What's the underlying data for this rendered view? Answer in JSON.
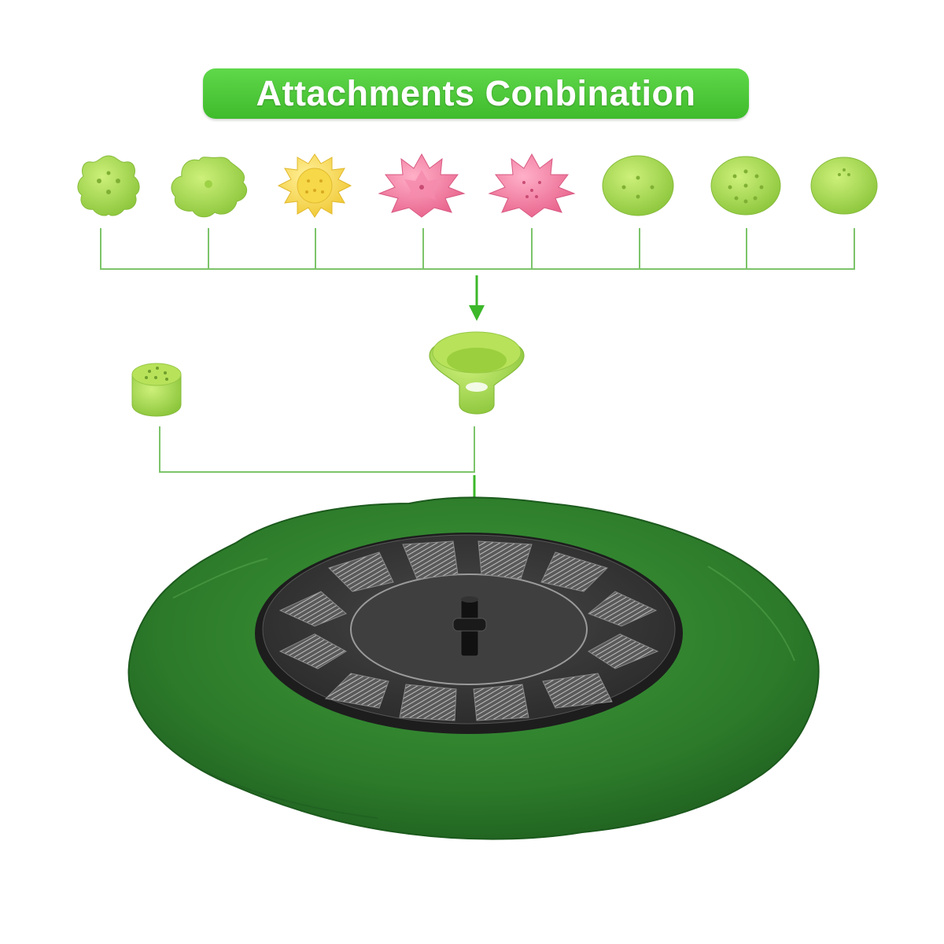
{
  "title": "Attachments Conbination",
  "colors": {
    "banner": "#4cc93a",
    "connector": "#7cc46a",
    "arrow": "#3cb82a",
    "nozzle_green": "#a6d94a",
    "nozzle_yellow": "#f4dc52",
    "nozzle_pink": "#f07aa0",
    "lily_pad": "#2f7a2c",
    "solar_panel": "#3b3b3b"
  },
  "attachments": [
    {
      "shape": "flower-8-lobe",
      "color": "#a6d94a"
    },
    {
      "shape": "flower-6-lobe",
      "color": "#a6d94a"
    },
    {
      "shape": "sunflower",
      "color": "#f4dc52"
    },
    {
      "shape": "lotus",
      "color": "#f07aa0"
    },
    {
      "shape": "lotus",
      "color": "#f07aa0"
    },
    {
      "shape": "dome-holes",
      "color": "#a6d94a"
    },
    {
      "shape": "dome-many-holes",
      "color": "#a6d94a"
    },
    {
      "shape": "dome-small",
      "color": "#a6d94a"
    }
  ],
  "icons": [
    "nozzle-cap-icon",
    "funnel-adapter-icon",
    "down-arrow-icon",
    "solar-fountain-icon",
    "lily-pad-icon"
  ]
}
